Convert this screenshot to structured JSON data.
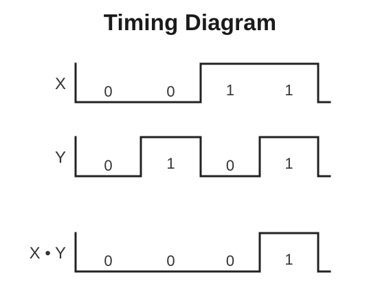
{
  "title": "Timing Diagram",
  "signals": [
    {
      "label": "X",
      "bits": [
        "0",
        "0",
        "1",
        "1"
      ]
    },
    {
      "label": "Y",
      "bits": [
        "0",
        "1",
        "0",
        "1"
      ]
    },
    {
      "label": "X • Y",
      "bits": [
        "0",
        "0",
        "0",
        "1"
      ]
    }
  ]
}
